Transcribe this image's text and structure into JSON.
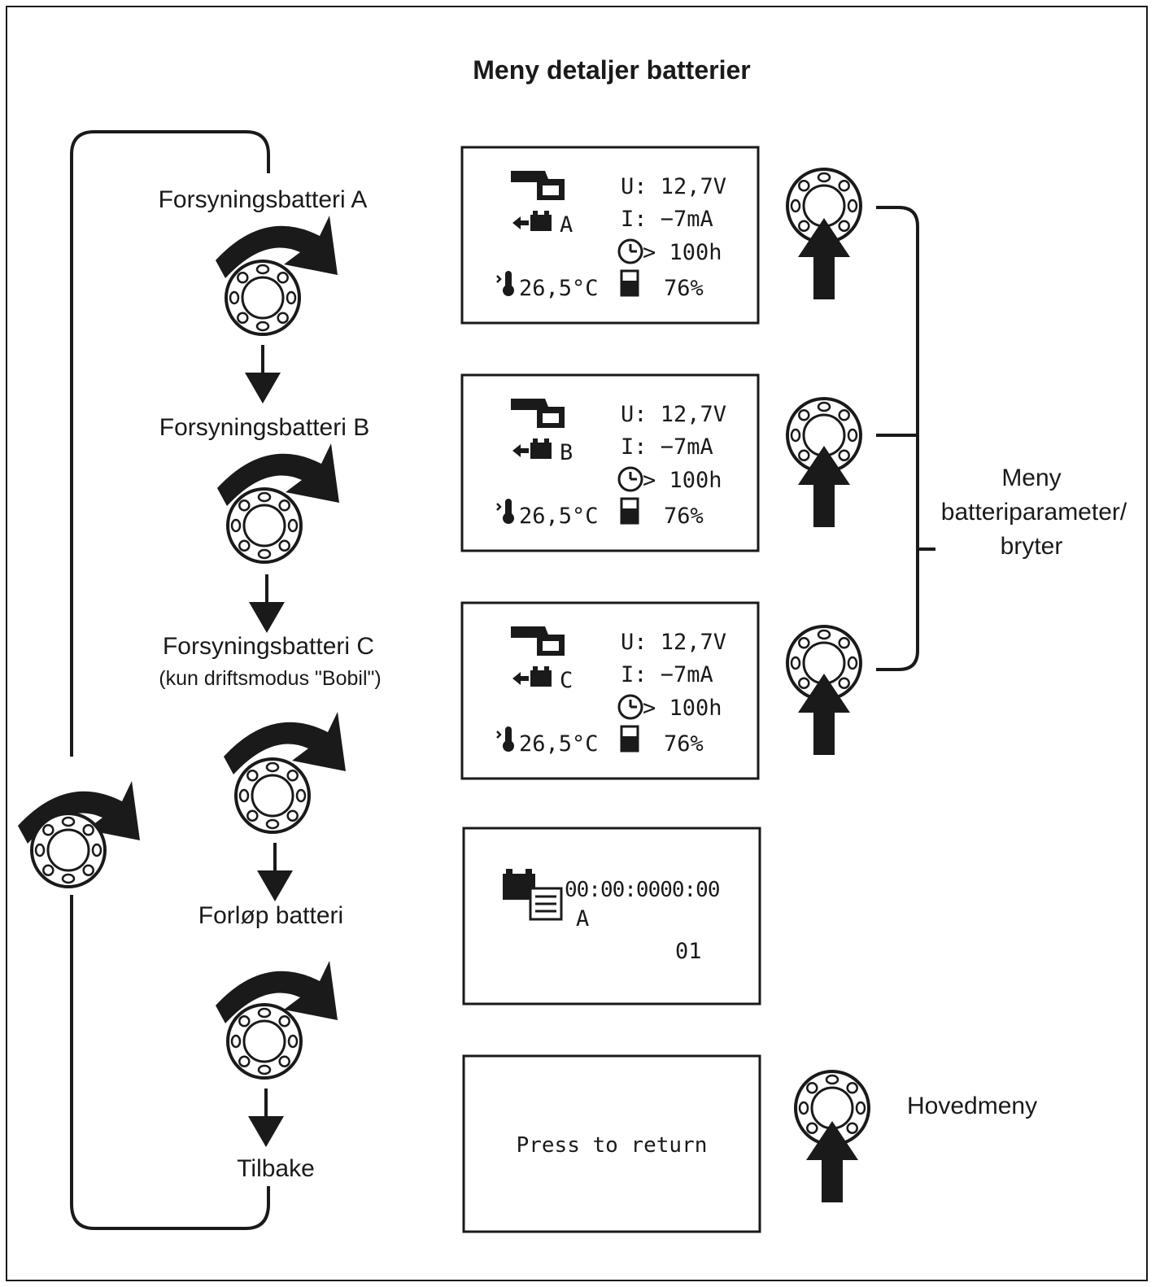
{
  "title": "Meny detaljer batterier",
  "steps": [
    {
      "label": "Forsyningsbatteri A",
      "sublabel": ""
    },
    {
      "label": "Forsyningsbatteri  B",
      "sublabel": ""
    },
    {
      "label": "Forsyningsbatteri C",
      "sublabel": "(kun driftsmodus \"Bobil\")"
    },
    {
      "label": "Forløp batteri",
      "sublabel": ""
    },
    {
      "label": "Tilbake",
      "sublabel": ""
    }
  ],
  "displays": [
    {
      "battery": "A",
      "voltage": "U: 12,7V",
      "current": "I:  −7mA",
      "time": "> 100h",
      "temperature": "26,5°C",
      "charge": "76%"
    },
    {
      "battery": "B",
      "voltage": "U: 12,7V",
      "current": "I:  −7mA",
      "time": "> 100h",
      "temperature": "26,5°C",
      "charge": "76%"
    },
    {
      "battery": "C",
      "voltage": "U: 12,7V",
      "current": "I:  −7mA",
      "time": "> 100h",
      "temperature": "26,5°C",
      "charge": "76%"
    }
  ],
  "history_display": {
    "datetime": "00:00:0000:00",
    "battery": "A",
    "index": "01"
  },
  "return_display": {
    "text": "Press  to  return"
  },
  "side_labels": {
    "battery_params": [
      "Meny",
      "batteriparameter/",
      "bryter"
    ],
    "main_menu": "Hovedmeny"
  }
}
